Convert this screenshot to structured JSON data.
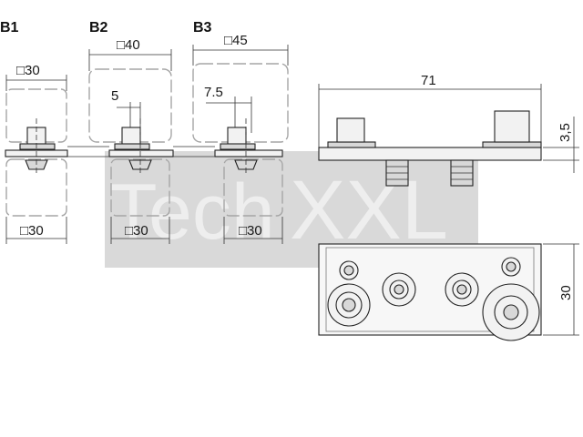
{
  "variants": [
    {
      "id": "B1",
      "top": "□30",
      "bottom": "□30"
    },
    {
      "id": "B2",
      "top": "□40",
      "offset": "5",
      "bottom": "□30"
    },
    {
      "id": "B3",
      "top": "□45",
      "offset": "7.5",
      "bottom": "□30"
    }
  ],
  "plate": {
    "length": "71",
    "thickness": "3,5",
    "width": "30"
  },
  "watermark": {
    "part1": "Tech",
    "part2": "XXL"
  },
  "colors": {
    "line": "#222222",
    "ghost": "#a6a6a6",
    "watermark": "#d9d9d9"
  }
}
